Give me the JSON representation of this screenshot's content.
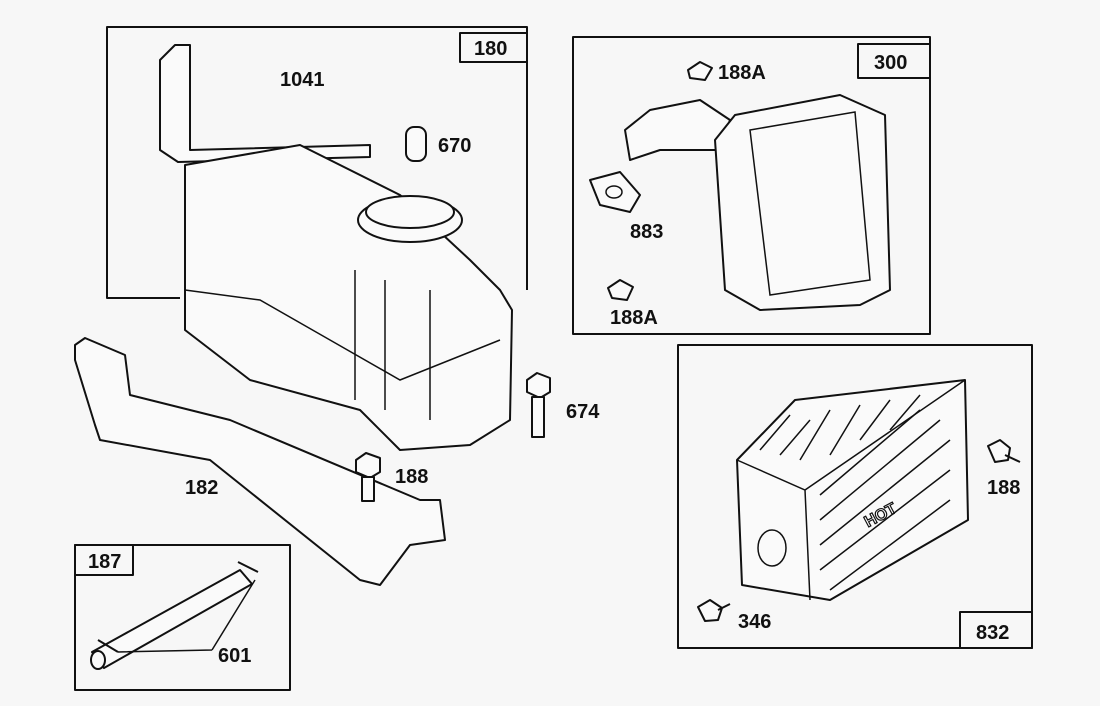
{
  "diagram": {
    "groups": [
      {
        "ref": "180",
        "parts": [
          "1041",
          "670"
        ]
      },
      {
        "ref": "300",
        "parts": [
          "188A",
          "883",
          "188A"
        ]
      },
      {
        "ref": "832",
        "parts": [
          "188",
          "346"
        ]
      },
      {
        "ref": "187",
        "parts": [
          "601"
        ]
      }
    ],
    "loose_parts": [
      "182",
      "674",
      "188"
    ],
    "heat_shield_text": "HOT"
  }
}
